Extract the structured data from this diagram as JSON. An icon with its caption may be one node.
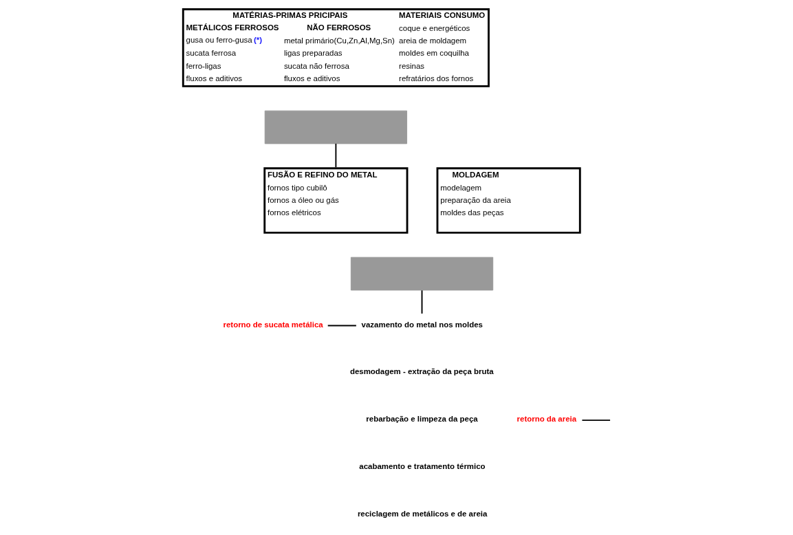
{
  "diagram": {
    "nodes": [
      {
        "text": [
          "MATÉRIAS-PRIMAS PRICIPAIS",
          "MATERIAIS CONSUMO",
          "METÁLICOS FERROSOS",
          "NÃO FERROSOS",
          "coque e energéticos",
          "gusa ou ferro-gusa **(*)**",
          "metal primário(Cu,Zn,Al,Mg,Sn)",
          "areia de moldagem",
          "sucata ferrosa",
          "ligas preparadas",
          "moldes em coquilha",
          "ferro-ligas",
          "sucata não ferrosa",
          "resinas",
          "fluxos e aditivos",
          "fluxos e aditivos",
          "refratários dos fornos"
        ]
      },
      {
        "text": [],
        "shape": "bar"
      },
      {
        "text": [
          "FUSÃO E REFINO DO METAL",
          "fornos tipo cubilô",
          "fornos a óleo ou gás",
          "fornos elétricos"
        ]
      },
      {
        "text": [
          "MOLDAGEM",
          "modelagem",
          "preparação da areia",
          "moldes das peças"
        ]
      },
      {
        "text": [],
        "shape": "bar"
      },
      {
        "text": [
          "vazamento do metal nos moldes"
        ]
      },
      {
        "text": [
          "retorno de sucata metálica"
        ]
      },
      {
        "text": [
          "retorno da areia"
        ]
      }
    ],
    "edges": [
      {
        "from": 1,
        "to": 2,
        "arrow": "none"
      },
      {
        "from": 4,
        "to": 5,
        "arrow": "none"
      },
      {
        "from": 6,
        "to": 5,
        "arrow": "none"
      },
      {
        "from": 7,
        "to": null,
        "arrow": "none"
      }
    ],
    "labels": [
      "desmodagem - extração da peça bruta",
      "rebarbação e limpeza da peça",
      "acabamento e tratamento térmico",
      "reciclagem de metálicos e de areia"
    ]
  }
}
